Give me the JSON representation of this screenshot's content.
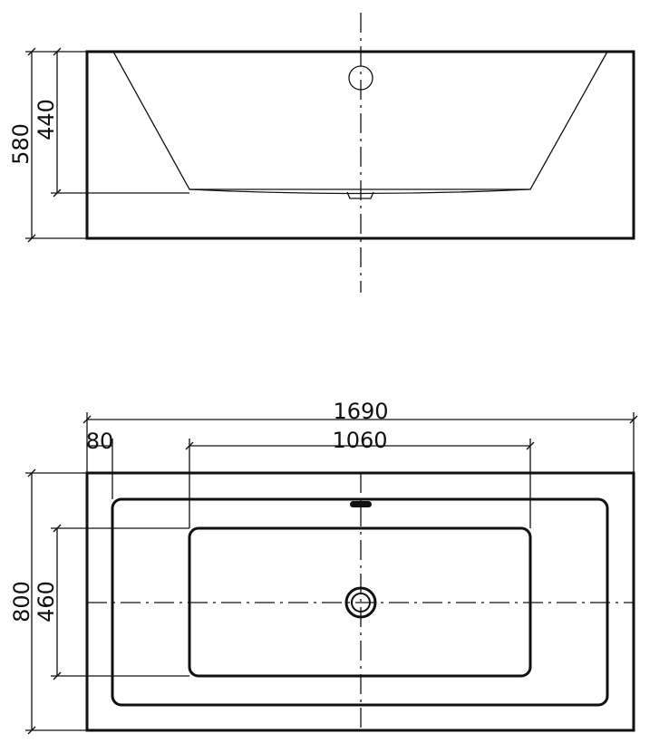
{
  "side_view": {
    "dim_overall_height": "580",
    "dim_basin_depth": "440"
  },
  "top_view": {
    "dim_overall_length": "1690",
    "dim_rim_offset": "80",
    "dim_basin_bottom_length": "1060",
    "dim_overall_width": "800",
    "dim_basin_bottom_width": "460"
  }
}
